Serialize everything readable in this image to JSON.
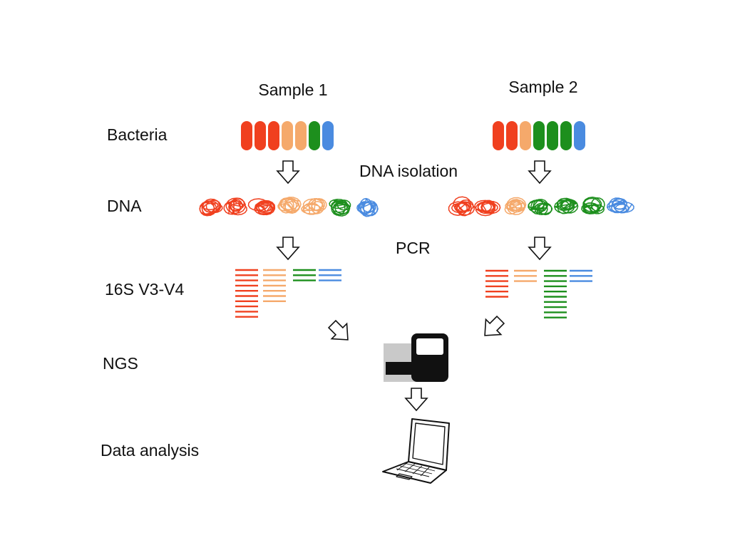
{
  "samples": [
    {
      "label": "Sample 1",
      "bacteria": [
        "red",
        "red",
        "red",
        "orange",
        "orange",
        "green",
        "blue"
      ],
      "dna": [
        "red",
        "red",
        "red",
        "orange",
        "orange",
        "green",
        "blue"
      ],
      "amplicons": [
        {
          "color": "red",
          "count": 10
        },
        {
          "color": "orange",
          "count": 7
        },
        {
          "color": "green",
          "count": 3
        },
        {
          "color": "blue",
          "count": 3
        }
      ]
    },
    {
      "label": "Sample 2",
      "bacteria": [
        "red",
        "red",
        "orange",
        "green",
        "green",
        "green",
        "blue"
      ],
      "dna": [
        "red",
        "red",
        "orange",
        "green",
        "green",
        "green",
        "blue"
      ],
      "amplicons": [
        {
          "color": "red",
          "count": 6
        },
        {
          "color": "orange",
          "count": 3
        },
        {
          "color": "green",
          "count": 10
        },
        {
          "color": "blue",
          "count": 3
        }
      ]
    }
  ],
  "rows": {
    "bacteria": "Bacteria",
    "dna": "DNA",
    "amplicons": "16S V3-V4",
    "ngs": "NGS",
    "analysis": "Data analysis"
  },
  "steps": {
    "isolation": "DNA isolation",
    "pcr": "PCR"
  },
  "colors": {
    "red": "#f0401f",
    "orange": "#f5a96b",
    "green": "#1d8f1d",
    "blue": "#4a8be0",
    "ink": "#111111"
  },
  "icons": {
    "sequencer": "sequencer-icon",
    "laptop": "laptop-icon",
    "arrow": "hollow-arrow-icon"
  }
}
